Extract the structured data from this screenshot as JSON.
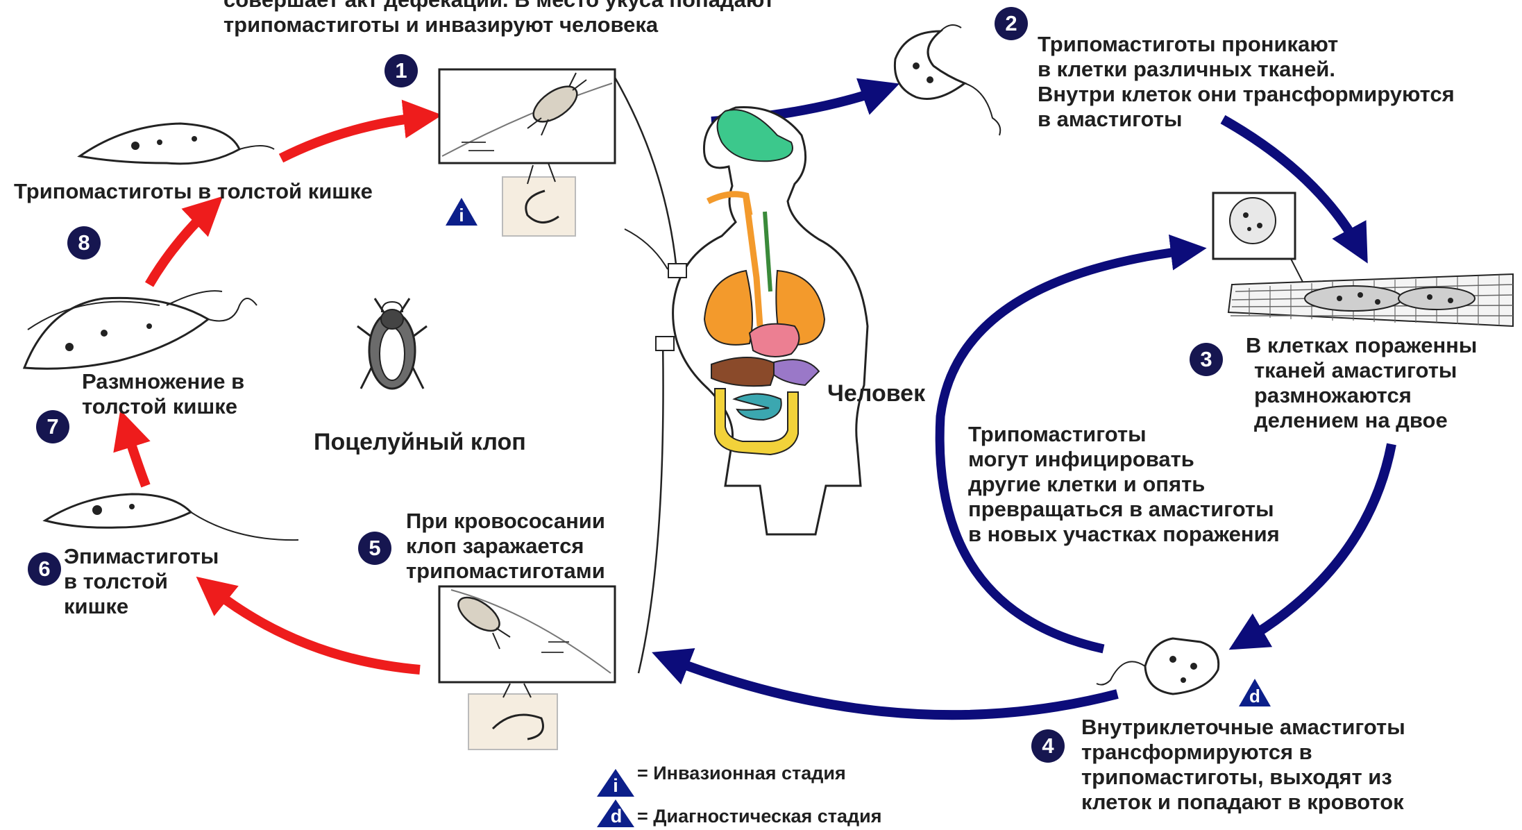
{
  "colors": {
    "human_cycle_arrow": "#0c0c7a",
    "insect_cycle_arrow": "#ee1c1c",
    "step_badge": "#161650",
    "stage_triangle": "#0c1f8a",
    "brain": "#3cc88c",
    "lungs": "#f39a2c",
    "heart": "#ec7f92",
    "liver": "#8a4a2a",
    "large_intestine": "#f2d23a",
    "small_intestine": "#3ba7b0"
  },
  "labels": {
    "top_text": {
      "lines": [
        "совершает акт дефекации. В место укуса попадают",
        "трипомастиготы и инвазируют человека"
      ]
    },
    "step2_text": {
      "lines": [
        "Трипомастиготы проникают",
        "в клетки различных тканей.",
        "Внутри клеток они трансформируются",
        "в амастиготы"
      ]
    },
    "step3_text": {
      "lines": [
        "В клетках пораженны",
        "тканей амастиготы",
        "размножаются",
        "делением на двое"
      ]
    },
    "reinfect_text": {
      "lines": [
        "Трипомастиготы",
        "могут инфицировать",
        "другие клетки и опять",
        "превращаться в амастиготы",
        "в новых участках поражения"
      ]
    },
    "step4_text": {
      "lines": [
        "Внутриклеточные амастиготы",
        "трансформируются в",
        "трипомастиготы, выходят из",
        "клеток и попадают в кровоток"
      ]
    },
    "step5_text": {
      "lines": [
        "При кровососании",
        "клоп заражается",
        "трипомастиготами"
      ]
    },
    "step6_text": {
      "lines": [
        "Эпимастиготы",
        "в толстой",
        "кишке"
      ]
    },
    "step7_text": {
      "lines": [
        "Размножение в",
        "толстой кишке"
      ]
    },
    "step8_text": {
      "lines": [
        "Трипомастиготы в толстой кишке"
      ]
    },
    "human_label": "Человек",
    "bug_label": "Поцелуйный клоп"
  },
  "steps": [
    "1",
    "2",
    "3",
    "4",
    "5",
    "6",
    "7",
    "8"
  ],
  "stage_markers": {
    "infective_symbol": "i",
    "diagnostic_symbol": "d"
  },
  "legend": {
    "infective": {
      "symbol": "i",
      "text": "= Инвазионная стадия"
    },
    "diagnostic": {
      "symbol": "d",
      "text": "= Диагностическая стадия"
    }
  }
}
